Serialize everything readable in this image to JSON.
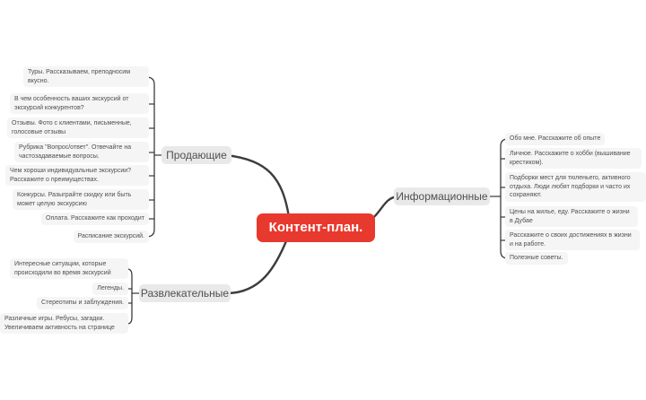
{
  "title": "Контент-план.",
  "colors": {
    "central-bg": "#e8392e",
    "central-text": "#ffffff",
    "branch-bg": "#e9e9e9",
    "child-bg": "#f5f5f5",
    "line": "#3d3d3d",
    "text": "#4f4f4f"
  },
  "branches": [
    {
      "label": "Продающие",
      "items": [
        "Туры. Рассказываем, преподносим вкусно.",
        "В чем особенность ваших экскурсий от экскурсий конкурентов?",
        "Отзывы. Фото с клиентами, письменные, голосовые отзывы",
        "Рубрика \"Вопрос/ответ\". Отвечайте на частозадаваемые вопросы.",
        "Чем хороши индивидуальные экскурсии? Расскажите о преимуществах.",
        "Конкурсы. Разыграйте скидку или быть может целую экскурсию",
        "Оплата. Расскажите как проходит",
        "Расписание экскурсий."
      ]
    },
    {
      "label": "Информационные",
      "items": [
        "Обо мне. Расскажите об опыте",
        "Личное. Расскажите о хобби (вышивание крестиком).",
        "Подборки мест для тюленьего, активного отдыха. Люди любят подборки и часто их сохраняют.",
        "Цены на жилье, еду. Расскажите о жизни в Дубае",
        "Расскажите о своих достижениях в жизни и на работе.",
        "Полезные советы."
      ]
    },
    {
      "label": "Развлекательные",
      "items": [
        "Интересные ситуации, которые происходили во время экскурсий",
        "Легенды.",
        "Стереотипы и заблуждения.",
        "Различные игры. Ребусы, загадки. Увеличиваем активность на странице"
      ]
    }
  ]
}
